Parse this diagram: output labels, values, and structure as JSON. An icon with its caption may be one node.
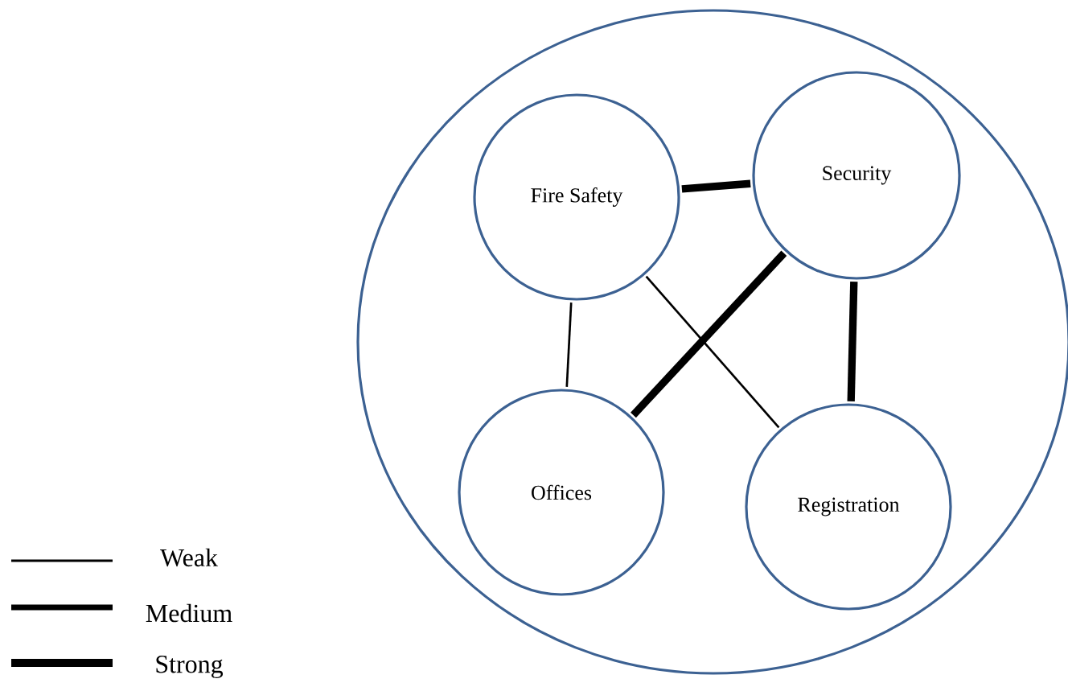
{
  "diagram": {
    "nodes": [
      {
        "text": [],
        "shape": "circle"
      },
      {
        "text": [
          "Fire Safety"
        ],
        "in": 0
      },
      {
        "text": [
          "Security"
        ],
        "in": 0
      },
      {
        "text": [
          "Offices"
        ],
        "in": 0
      },
      {
        "text": [
          "Registration"
        ],
        "in": 0
      }
    ],
    "edges": [
      {
        "from": 1,
        "to": 2,
        "arrow": "none"
      },
      {
        "from": 1,
        "to": 3,
        "arrow": "none"
      },
      {
        "from": 1,
        "to": 4,
        "arrow": "none"
      },
      {
        "from": 2,
        "to": 3,
        "arrow": "none"
      },
      {
        "from": 2,
        "to": 4,
        "arrow": "none"
      }
    ],
    "legend": [
      {
        "text": "Weak"
      },
      {
        "text": "Medium"
      },
      {
        "text": "Strong"
      }
    ]
  }
}
